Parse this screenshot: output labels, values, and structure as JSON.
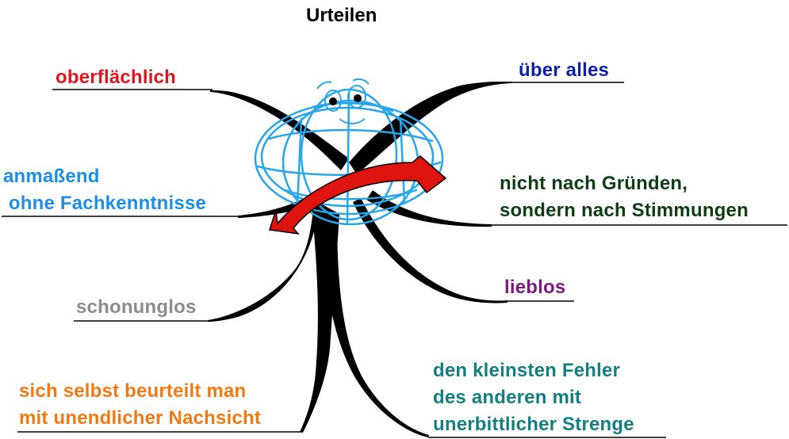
{
  "title": "Urteilen",
  "branches": [
    {
      "id": "oberflaechlich",
      "lines": [
        "oberflächlich"
      ],
      "color": "#e0141e"
    },
    {
      "id": "ueber-alles",
      "lines": [
        "über alles"
      ],
      "color": "#0b1fa8"
    },
    {
      "id": "anmassend",
      "lines": [
        "anmaßend",
        " ohne Fachkenntnisse"
      ],
      "color": "#1a8fe3"
    },
    {
      "id": "nicht-nach-gruenden",
      "lines": [
        "nicht nach Gründen,",
        "sondern nach Stimmungen"
      ],
      "color": "#0d3d12"
    },
    {
      "id": "schonunglos",
      "lines": [
        "schonunglos"
      ],
      "color": "#8c8c8c"
    },
    {
      "id": "lieblos",
      "lines": [
        "lieblos"
      ],
      "color": "#7a1a7f"
    },
    {
      "id": "selbst",
      "lines": [
        "sich selbst beurteilt man",
        "mit unendlicher Nachsicht"
      ],
      "color": "#f07a12"
    },
    {
      "id": "kleinste-fehler",
      "lines": [
        "den kleinsten Fehler",
        "des anderen mit",
        "unerbittlicher Strenge"
      ],
      "color": "#137f80"
    }
  ],
  "colors": {
    "branch": "#000000",
    "globe": "#27a6ea",
    "arrow": "#e0140f"
  }
}
